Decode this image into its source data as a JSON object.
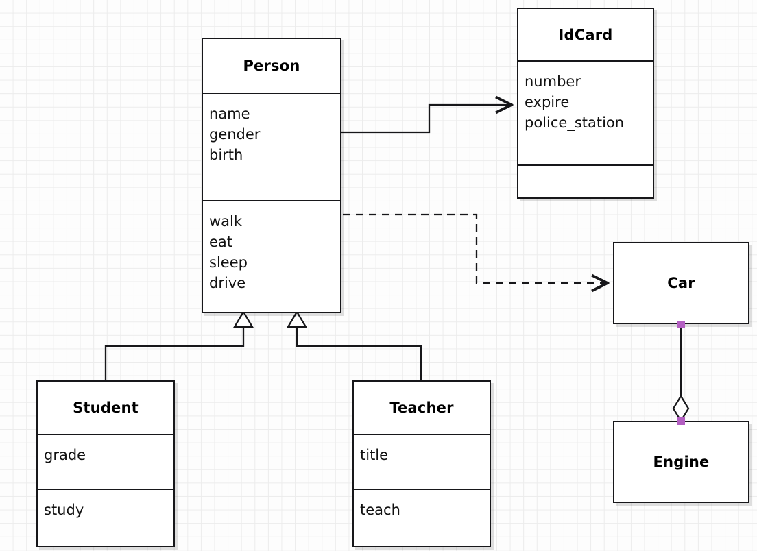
{
  "diagram": {
    "type": "uml-class-diagram",
    "background": "#fdfdfd",
    "grid_color": "#ececec",
    "line_color": "#17171a",
    "endpoint_marker_color": "#b35fc2"
  },
  "classes": {
    "person": {
      "name": "Person",
      "attributes": [
        "name",
        "gender",
        "birth"
      ],
      "operations": [
        "walk",
        "eat",
        "sleep",
        "drive"
      ]
    },
    "idcard": {
      "name": "IdCard",
      "attributes": [
        "number",
        "expire",
        "police_station"
      ],
      "operations": []
    },
    "student": {
      "name": "Student",
      "attributes": [
        "grade"
      ],
      "operations": [
        "study"
      ]
    },
    "teacher": {
      "name": "Teacher",
      "attributes": [
        "title"
      ],
      "operations": [
        "teach"
      ]
    },
    "car": {
      "name": "Car",
      "attributes": [],
      "operations": []
    },
    "engine": {
      "name": "Engine",
      "attributes": [],
      "operations": []
    }
  },
  "relationships": [
    {
      "id": "person-idcard",
      "kind": "association",
      "style": "solid",
      "source": "Person",
      "target": "IdCard",
      "arrow": "open-arrow"
    },
    {
      "id": "person-car",
      "kind": "dependency",
      "style": "dashed",
      "source": "Person",
      "target": "Car",
      "arrow": "open-arrow"
    },
    {
      "id": "student-person",
      "kind": "generalization",
      "style": "solid",
      "source": "Student",
      "target": "Person",
      "arrow": "hollow-triangle"
    },
    {
      "id": "teacher-person",
      "kind": "generalization",
      "style": "solid",
      "source": "Teacher",
      "target": "Person",
      "arrow": "hollow-triangle"
    },
    {
      "id": "car-engine",
      "kind": "aggregation",
      "style": "solid",
      "source": "Car",
      "target": "Engine",
      "arrow": "hollow-diamond"
    }
  ]
}
